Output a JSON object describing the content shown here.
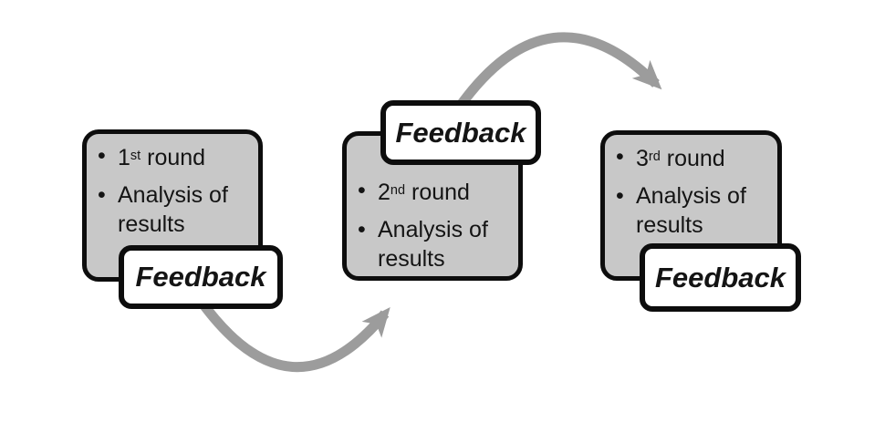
{
  "colors": {
    "background": "#ffffff",
    "round_box_fill": "#c8c8c8",
    "box_border": "#0d0d0d",
    "feedback_fill": "#ffffff",
    "arrow": "#9c9c9c",
    "text": "#141414"
  },
  "glyphs": {
    "bullet": "•"
  },
  "rounds": [
    {
      "name": "round-1",
      "round_number": "1",
      "round_ordinal": "st",
      "round_rest": " round",
      "analysis": "Analysis of results",
      "feedback_label": "Feedback",
      "feedback_position": "bottom-right"
    },
    {
      "name": "round-2",
      "round_number": "2",
      "round_ordinal": "nd",
      "round_rest": " round",
      "analysis": "Analysis of results",
      "feedback_label": "Feedback",
      "feedback_position": "top"
    },
    {
      "name": "round-3",
      "round_number": "3",
      "round_ordinal": "rd",
      "round_rest": " round",
      "analysis": "Analysis of results",
      "feedback_label": "Feedback",
      "feedback_position": "bottom-right"
    }
  ],
  "arrows": [
    {
      "name": "arrow-round1-to-round2",
      "from": "round-1 feedback",
      "to": "round-2",
      "shape": "curves down then up to the right"
    },
    {
      "name": "arrow-round2-to-round3",
      "from": "round-2 feedback",
      "to": "round-3",
      "shape": "arches up then down to the right"
    }
  ]
}
